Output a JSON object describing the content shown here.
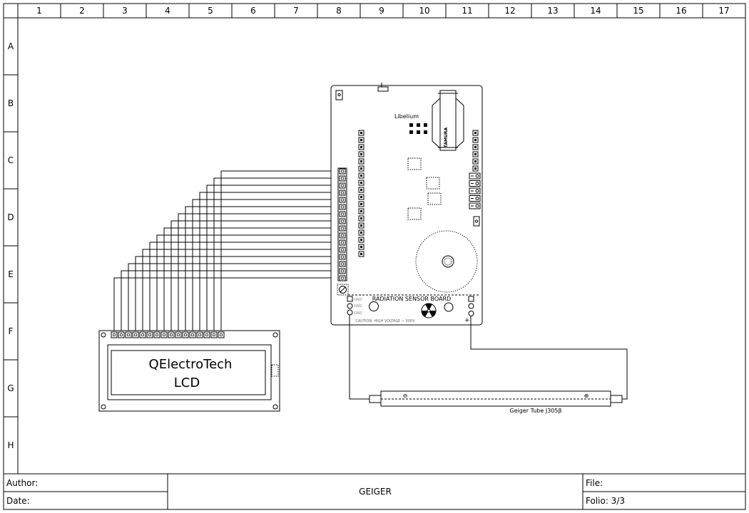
{
  "frame": {
    "columns": [
      "1",
      "2",
      "3",
      "4",
      "5",
      "6",
      "7",
      "8",
      "9",
      "10",
      "11",
      "12",
      "13",
      "14",
      "15",
      "16",
      "17"
    ],
    "rows": [
      "A",
      "B",
      "C",
      "D",
      "E",
      "F",
      "G",
      "H"
    ]
  },
  "title_block": {
    "author_label": "Author:",
    "date_label": "Date:",
    "title": "GEIGER",
    "file_label": "File:",
    "folio_label": "Folio: 3/3"
  },
  "components": {
    "radiation_board": {
      "brand": "Libelium",
      "chip_label": "TAMURA",
      "name": "RADIATION SENSOR BOARD",
      "gnd_labels": [
        "GND",
        "GND",
        "GND"
      ],
      "caution": "CAUTION: HIGH VOLTAGE ~ 500V",
      "plus": "+"
    },
    "lcd": {
      "line1": "QElectroTech",
      "line2": "LCD",
      "pin_count": 16
    },
    "geiger_tube": {
      "label": "Geiger Tube J305β",
      "minus": "⊖",
      "plus": "⊕"
    }
  }
}
